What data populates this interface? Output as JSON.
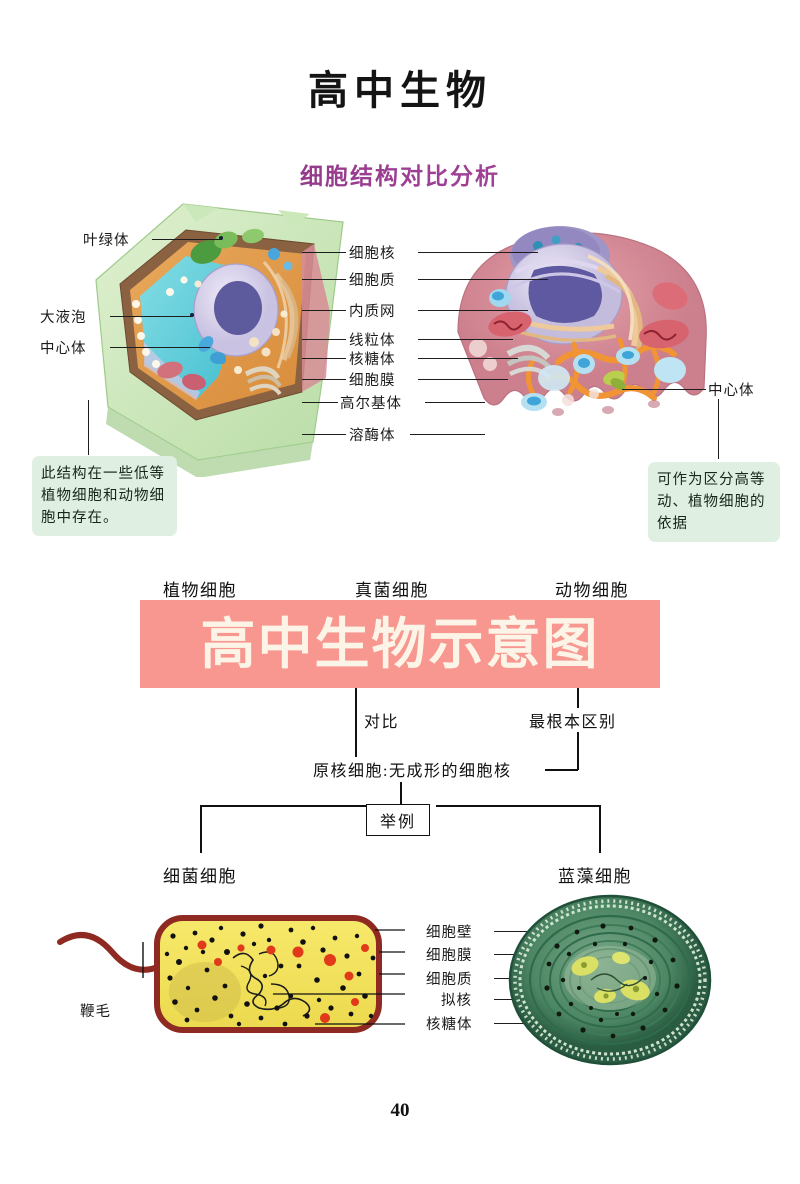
{
  "document": {
    "main_title": "高中生物",
    "sub_title": "细胞结构对比分析",
    "page_number": "40"
  },
  "plant_cell_labels": {
    "chloroplast": "叶绿体",
    "large_vacuole": "大液泡",
    "centrosome": "中心体"
  },
  "center_labels": [
    {
      "text": "细胞核"
    },
    {
      "text": "细胞质"
    },
    {
      "text": "内质网"
    },
    {
      "text": "线粒体"
    },
    {
      "text": "核糖体"
    },
    {
      "text": "细胞膜"
    },
    {
      "text": "高尔基体"
    },
    {
      "text": "溶酶体"
    }
  ],
  "animal_cell_labels": {
    "centrosome": "中心体"
  },
  "notes": {
    "left": "此结构在一些低等植物细胞和动物细胞中存在。",
    "right": "可作为区分高等动、植物细胞的依据"
  },
  "flow": {
    "cell_types": [
      {
        "label": "植物细胞"
      },
      {
        "label": "真菌细胞"
      },
      {
        "label": "动物细胞"
      }
    ],
    "banner_text": "高中生物示意图",
    "compare_label": "对比",
    "fundamental_difference_label": "最根本区别",
    "prokaryote_text": "原核细胞:无成形的细胞核",
    "example_label": "举例",
    "examples": [
      {
        "label": "细菌细胞"
      },
      {
        "label": "蓝藻细胞"
      }
    ]
  },
  "bacteria_labels": {
    "flagellum": "鞭毛",
    "items": [
      {
        "text": "细胞壁"
      },
      {
        "text": "细胞膜"
      },
      {
        "text": "细胞质"
      },
      {
        "text": "拟核"
      },
      {
        "text": "核糖体"
      }
    ]
  },
  "colors": {
    "title": "#141414",
    "subtitle_purple": "#8d3b80",
    "banner_pink": "#f79790",
    "banner_text": "#fcf4e6",
    "note_green": "#dff0e2",
    "plant_wall": "#c3e0b4",
    "plant_membrane": "#8a6141",
    "vacuole_cyan": "#5fd0e0",
    "nucleus_lavender": "#d8d2ea",
    "nucleolus_purple": "#5d5a9e",
    "animal_membrane": "#d98b95",
    "er_orange": "#ef9a3c",
    "bacteria_wall": "#8e2a22",
    "bacteria_cytoplasm": "#f2df5a",
    "cyano_green": "#2e6b4b"
  }
}
